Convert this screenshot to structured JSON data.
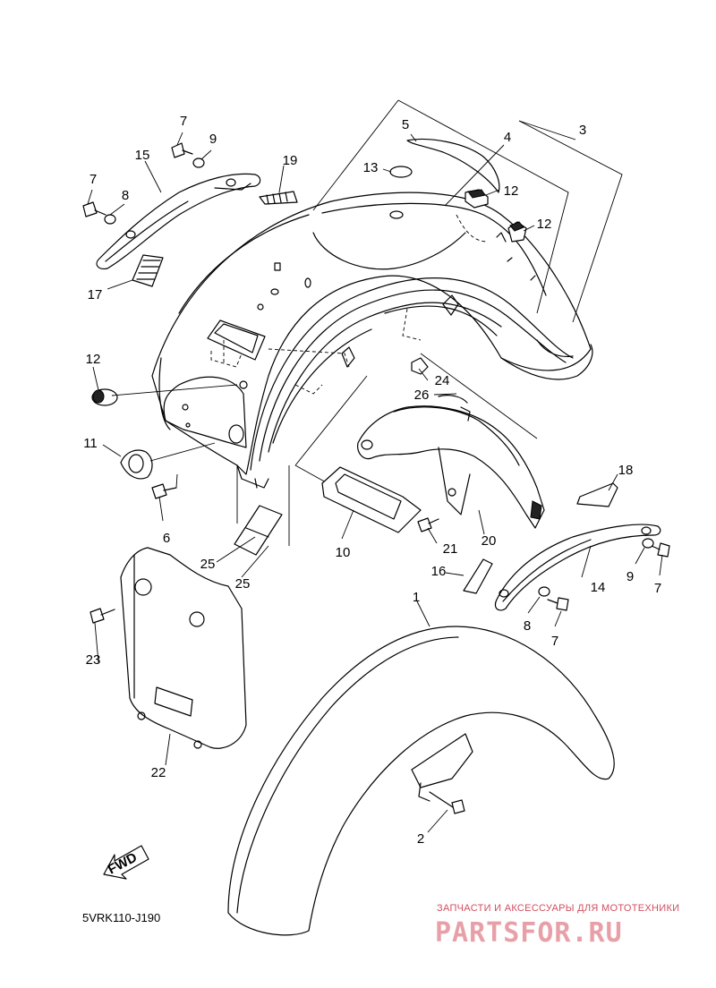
{
  "diagram": {
    "code": "5VRK110-J190",
    "fwd_label": "FWD",
    "callouts": [
      {
        "id": "c1",
        "label": "1"
      },
      {
        "id": "c2",
        "label": "2"
      },
      {
        "id": "c3",
        "label": "3"
      },
      {
        "id": "c4",
        "label": "4"
      },
      {
        "id": "c5",
        "label": "5"
      },
      {
        "id": "c6",
        "label": "6"
      },
      {
        "id": "c7a",
        "label": "7"
      },
      {
        "id": "c7b",
        "label": "7"
      },
      {
        "id": "c7c",
        "label": "7"
      },
      {
        "id": "c7d",
        "label": "7"
      },
      {
        "id": "c8a",
        "label": "8"
      },
      {
        "id": "c8b",
        "label": "8"
      },
      {
        "id": "c9a",
        "label": "9"
      },
      {
        "id": "c9b",
        "label": "9"
      },
      {
        "id": "c10",
        "label": "10"
      },
      {
        "id": "c11",
        "label": "11"
      },
      {
        "id": "c12a",
        "label": "12"
      },
      {
        "id": "c12b",
        "label": "12"
      },
      {
        "id": "c12c",
        "label": "12"
      },
      {
        "id": "c13",
        "label": "13"
      },
      {
        "id": "c14",
        "label": "14"
      },
      {
        "id": "c15",
        "label": "15"
      },
      {
        "id": "c16",
        "label": "16"
      },
      {
        "id": "c17",
        "label": "17"
      },
      {
        "id": "c18",
        "label": "18"
      },
      {
        "id": "c19",
        "label": "19"
      },
      {
        "id": "c20",
        "label": "20"
      },
      {
        "id": "c21",
        "label": "21"
      },
      {
        "id": "c22",
        "label": "22"
      },
      {
        "id": "c23",
        "label": "23"
      },
      {
        "id": "c24",
        "label": "24"
      },
      {
        "id": "c25a",
        "label": "25"
      },
      {
        "id": "c25b",
        "label": "25"
      },
      {
        "id": "c26",
        "label": "26"
      }
    ]
  },
  "watermark": {
    "tagline": "ЗАПЧАСТИ И АКСЕССУАРЫ ДЛЯ МОТОТЕХНИКИ",
    "brand": "PARTSFOR.RU",
    "color": "#d05060"
  }
}
